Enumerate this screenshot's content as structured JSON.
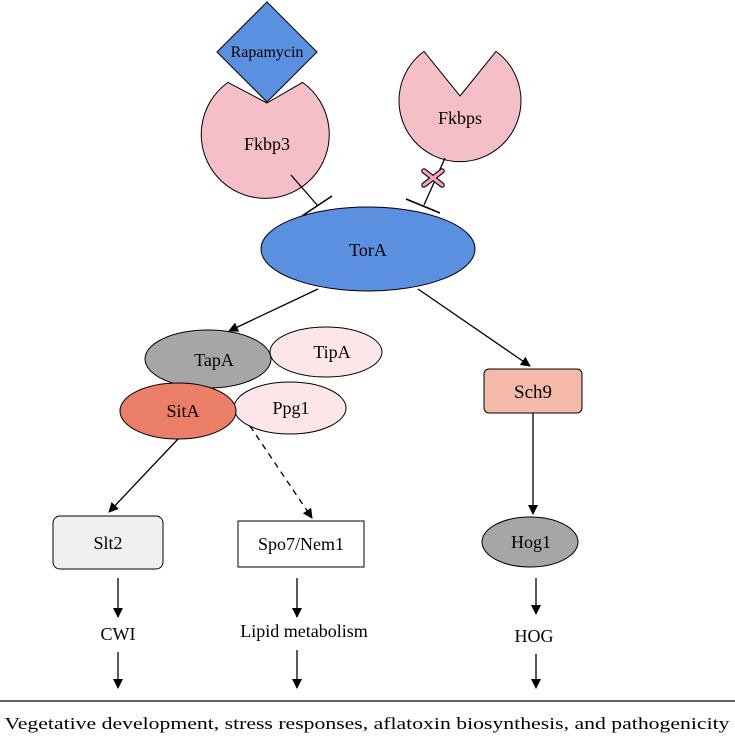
{
  "nodes": {
    "rapamycin": "Rapamycin",
    "fkbp3": "Fkbp3",
    "fkbps": "Fkbps",
    "tora": "TorA",
    "tapa": "TapA",
    "tipa": "TipA",
    "sita": "SitA",
    "ppg1": "Ppg1",
    "sch9": "Sch9",
    "slt2": "Slt2",
    "spo7_nem1": "Spo7/Nem1",
    "hog1": "Hog1"
  },
  "outputs": {
    "cwi": "CWI",
    "lipid": "Lipid metabolism",
    "hog": "HOG"
  },
  "footer": "Vegetative development, stress responses, aflatoxin biosynthesis, and pathogenicity",
  "colors": {
    "blue": "#5b8fdf",
    "pink": "#f4bfc7",
    "light_pink": "#fce6e8",
    "salmon": "#f5b9aa",
    "coral": "#ec7f68",
    "gray": "#a6a6a6",
    "light_gray": "#f0f0f0",
    "cross": "#f4a6b2"
  }
}
